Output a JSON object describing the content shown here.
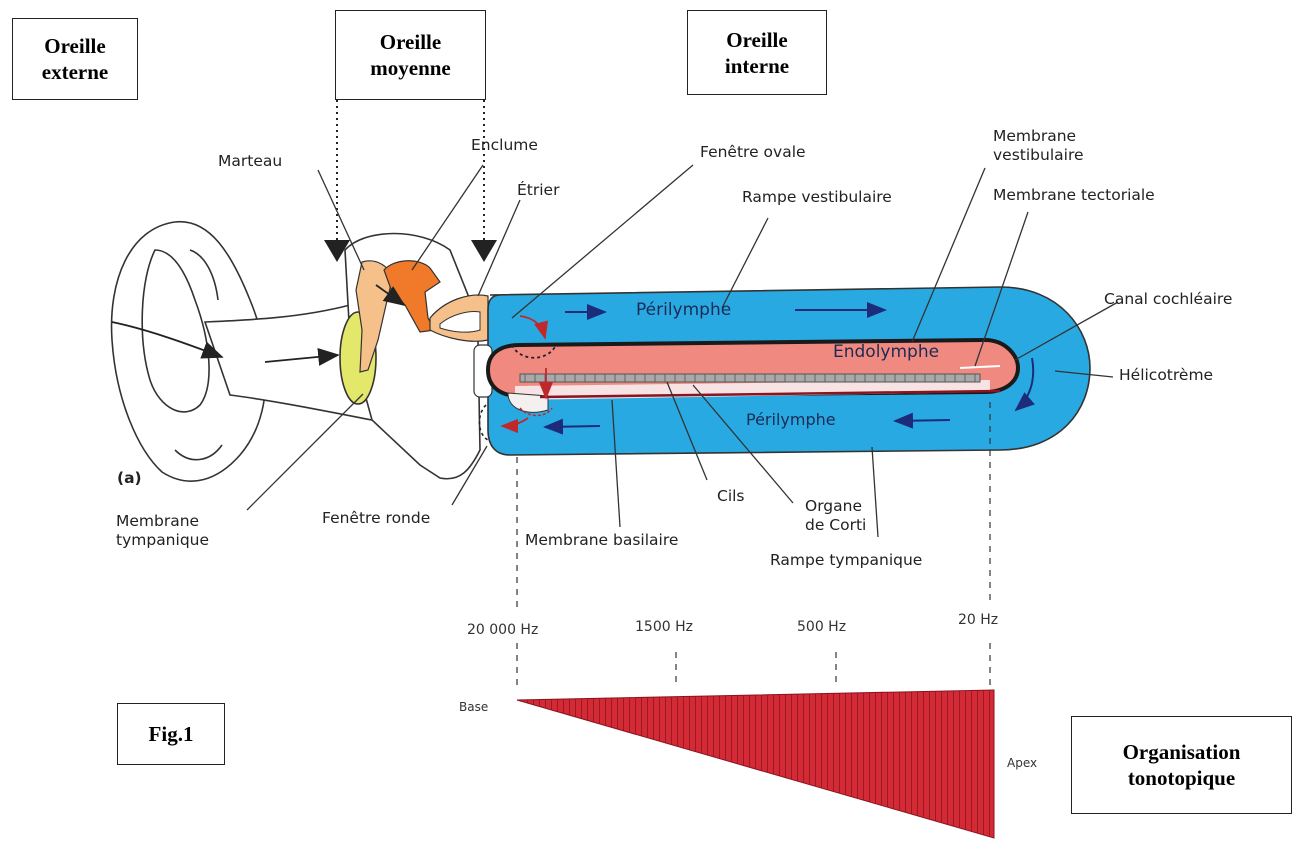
{
  "sections": {
    "outer": "Oreille externe",
    "middle": "Oreille moyenne",
    "inner": "Oreille interne"
  },
  "labels": {
    "marteau": "Marteau",
    "enclume": "Enclume",
    "etrier": "Étrier",
    "fenetre_ovale": "Fenêtre ovale",
    "membrane_vestibulaire": "Membrane vestibulaire",
    "rampe_vestibulaire": "Rampe vestibulaire",
    "membrane_tectoriale": "Membrane tectoriale",
    "canal_cochleaire": "Canal cochléaire",
    "helicotreme": "Hélicotrème",
    "perilymphe_top": "Périlymphe",
    "endolymphe": "Endolymphe",
    "perilymphe_bottom": "Périlymphe",
    "panel_a": "(a)",
    "membrane_tympanique": "Membrane tympanique",
    "fenetre_ronde": "Fenêtre ronde",
    "membrane_basilaire": "Membrane basilaire",
    "cils": "Cils",
    "organe_corti": "Organe de Corti",
    "rampe_tympanique": "Rampe tympanique"
  },
  "tonotopy": {
    "frequencies": [
      "20 000 Hz",
      "1500 Hz",
      "500 Hz",
      "20 Hz"
    ],
    "base_label": "Base",
    "apex_label": "Apex",
    "title": "Organisation tonotopique",
    "fill_color": "#d42a35"
  },
  "figure_label": "Fig.1",
  "colors": {
    "cochlea_blue": "#29a9e1",
    "endolymph_pink": "#f08a80",
    "ossicle_orange": "#f07a2a",
    "malleus_tan": "#f5c08a",
    "eardrum_yellow": "#e3e76a",
    "arrow_navy": "#1c2b7a",
    "arrow_red": "#c0282c"
  }
}
